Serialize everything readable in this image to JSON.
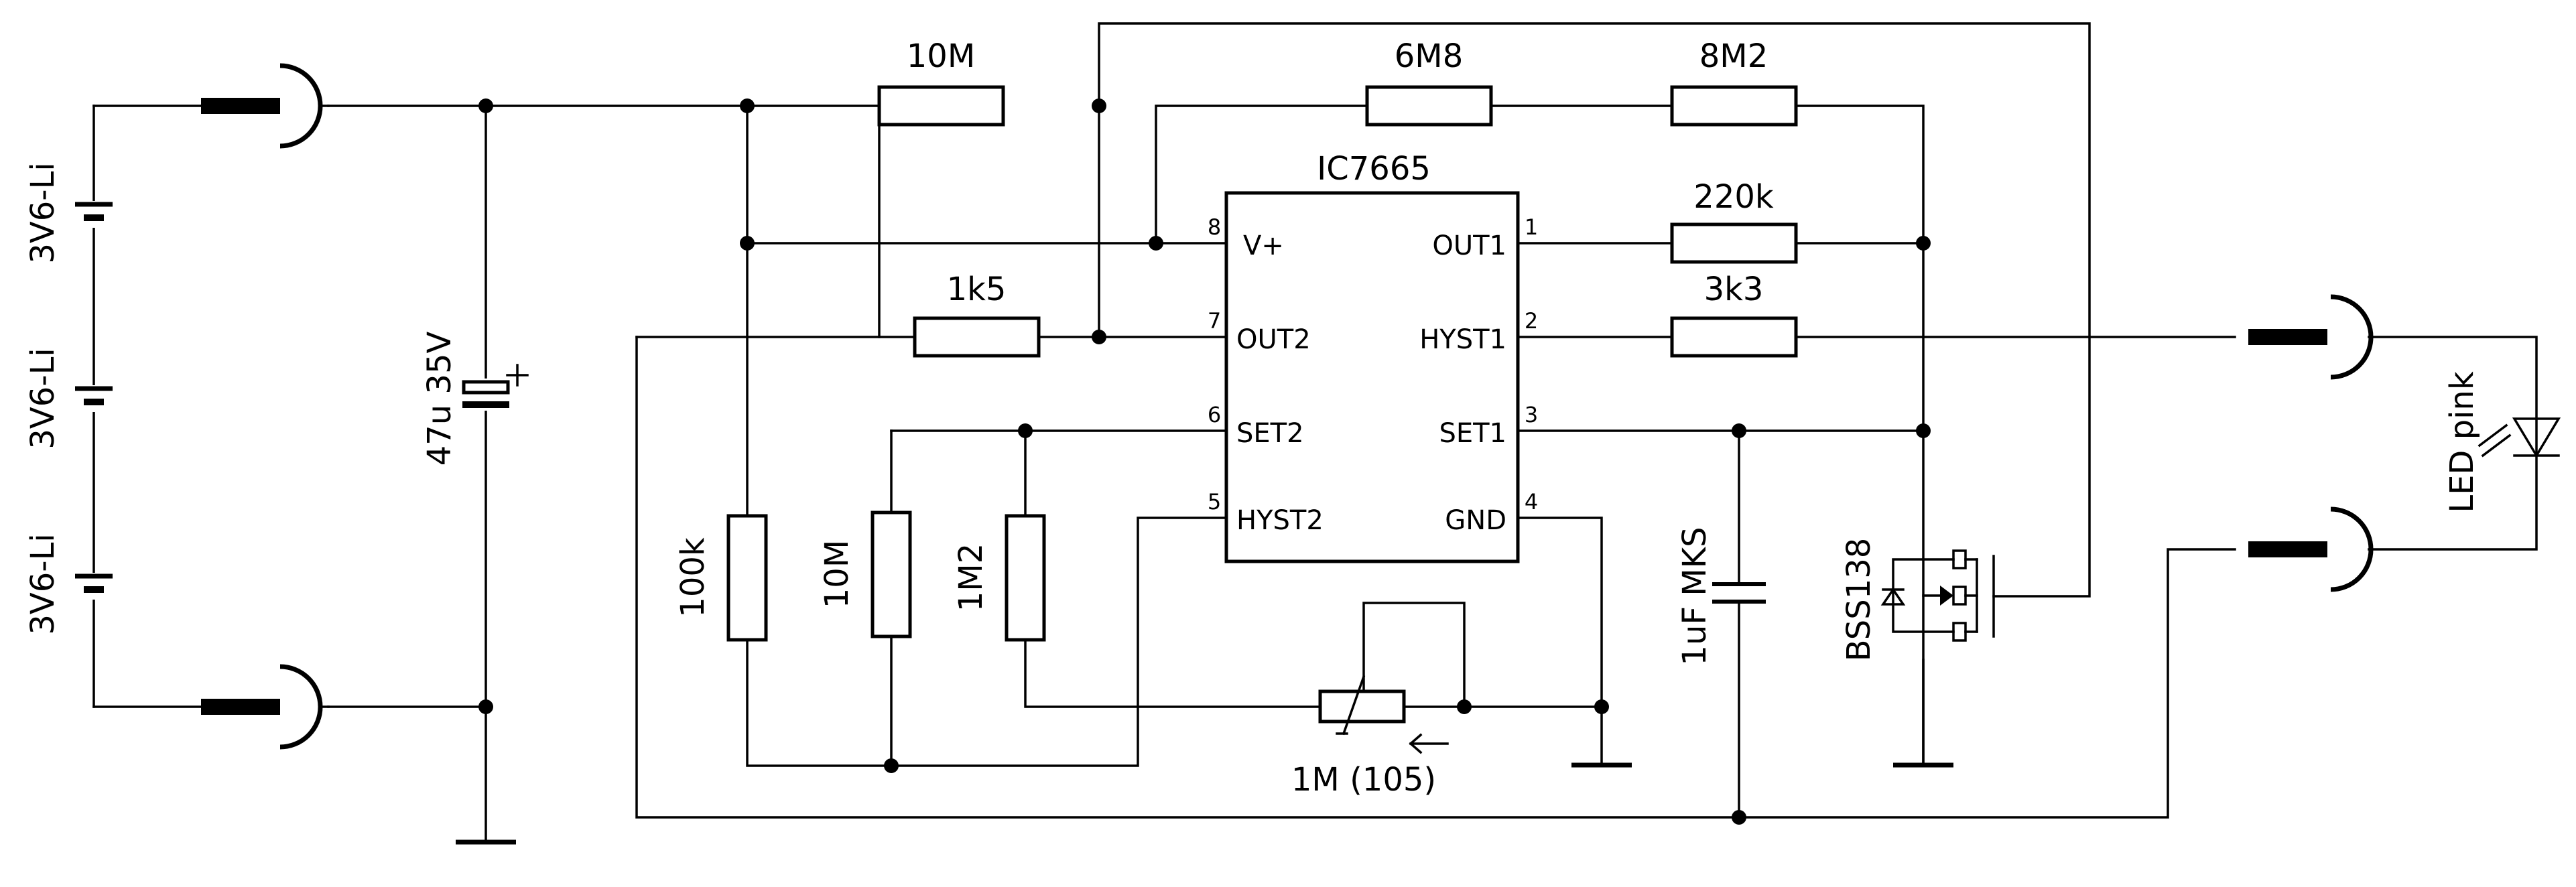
{
  "batteries": [
    {
      "label": "3V6-Li"
    },
    {
      "label": "3V6-Li"
    },
    {
      "label": "3V6-Li"
    }
  ],
  "capacitor_main": {
    "label": "47u 35V"
  },
  "resistors": {
    "r_top": "10M",
    "r_6m8": "6M8",
    "r_8m2": "8M2",
    "r_220k": "220k",
    "r_3k3": "3k3",
    "r_1k5": "1k5",
    "r_100k": "100k",
    "r_10m_v": "10M",
    "r_1m2": "1M2"
  },
  "potentiometer": {
    "label": "1M (105)"
  },
  "capacitor_film": {
    "label": "1uF MKS"
  },
  "transistor": {
    "label": "BSS138"
  },
  "led": {
    "label": "LED pink"
  },
  "ic": {
    "name": "IC7665",
    "pins_left": [
      {
        "num": "8",
        "name": "V+"
      },
      {
        "num": "7",
        "name": "OUT2"
      },
      {
        "num": "6",
        "name": "SET2"
      },
      {
        "num": "5",
        "name": "HYST2"
      }
    ],
    "pins_right": [
      {
        "num": "1",
        "name": "OUT1"
      },
      {
        "num": "2",
        "name": "HYST1"
      },
      {
        "num": "3",
        "name": "SET1"
      },
      {
        "num": "4",
        "name": "GND"
      }
    ]
  }
}
